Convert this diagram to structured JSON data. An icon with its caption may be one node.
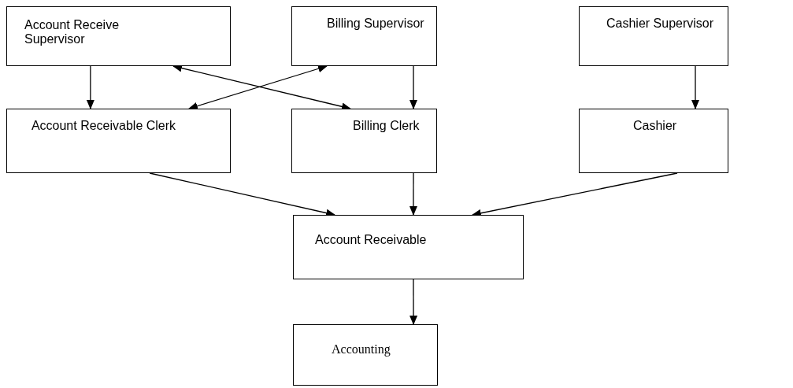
{
  "diagram": {
    "nodes": [
      {
        "text": [
          "Account Receive Supervisor"
        ]
      },
      {
        "text": [
          "Billing Supervisor"
        ]
      },
      {
        "text": [
          "Cashier Supervisor"
        ]
      },
      {
        "text": [
          "Account Receivable Clerk"
        ]
      },
      {
        "text": [
          "Billing Clerk"
        ]
      },
      {
        "text": [
          "Cashier"
        ]
      },
      {
        "text": [
          "Account Receivable"
        ]
      },
      {
        "text": [
          "Accounting"
        ]
      }
    ],
    "edges": [
      {
        "from": 0,
        "to": 3,
        "arrow": "to"
      },
      {
        "from": 1,
        "to": 4,
        "arrow": "to"
      },
      {
        "from": 2,
        "to": 5,
        "arrow": "to"
      },
      {
        "from": 0,
        "to": 4,
        "arrow": "both"
      },
      {
        "from": 1,
        "to": 3,
        "arrow": "both"
      },
      {
        "from": 3,
        "to": 6,
        "arrow": "to"
      },
      {
        "from": 4,
        "to": 6,
        "arrow": "to"
      },
      {
        "from": 5,
        "to": 6,
        "arrow": "to"
      },
      {
        "from": 6,
        "to": 7,
        "arrow": "to"
      }
    ]
  }
}
